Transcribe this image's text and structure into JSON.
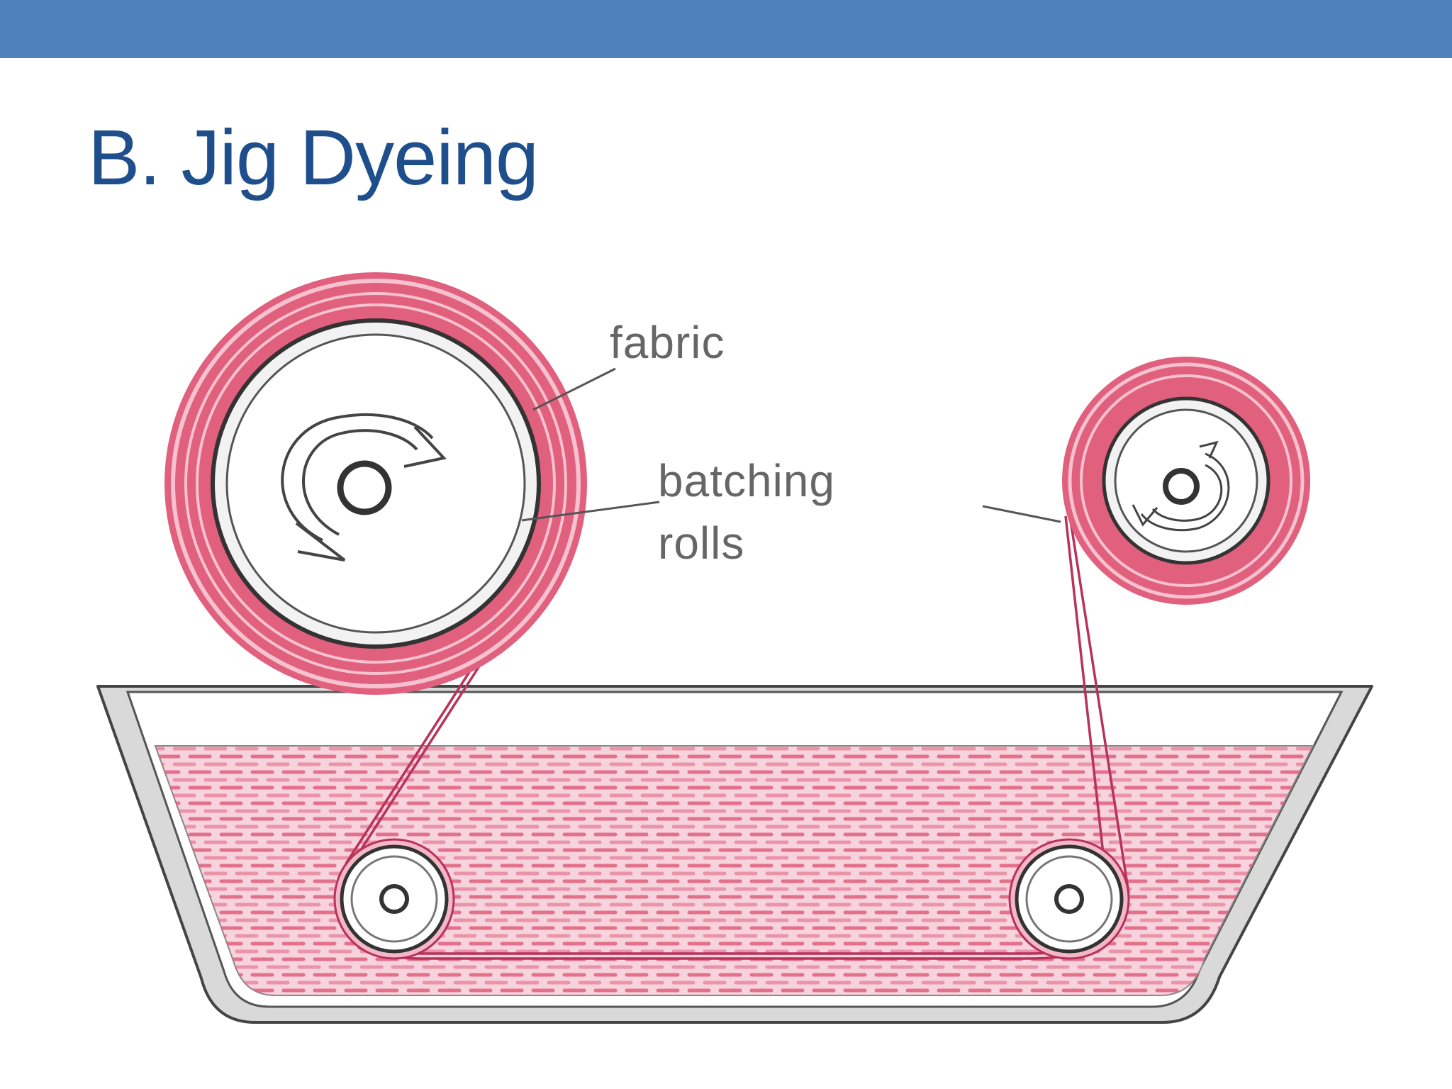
{
  "slide": {
    "title": "B. Jig Dyeing",
    "colors": {
      "header_bar": "#4f81bd",
      "title": "#1f4e8c",
      "fabric": "#e0607e",
      "dye_liquor": "#f7d3dd",
      "outline": "#444444",
      "label": "#666666"
    }
  },
  "diagram": {
    "labels": {
      "fabric": "fabric",
      "batching_line1": "batching",
      "batching_line2": "rolls"
    }
  }
}
